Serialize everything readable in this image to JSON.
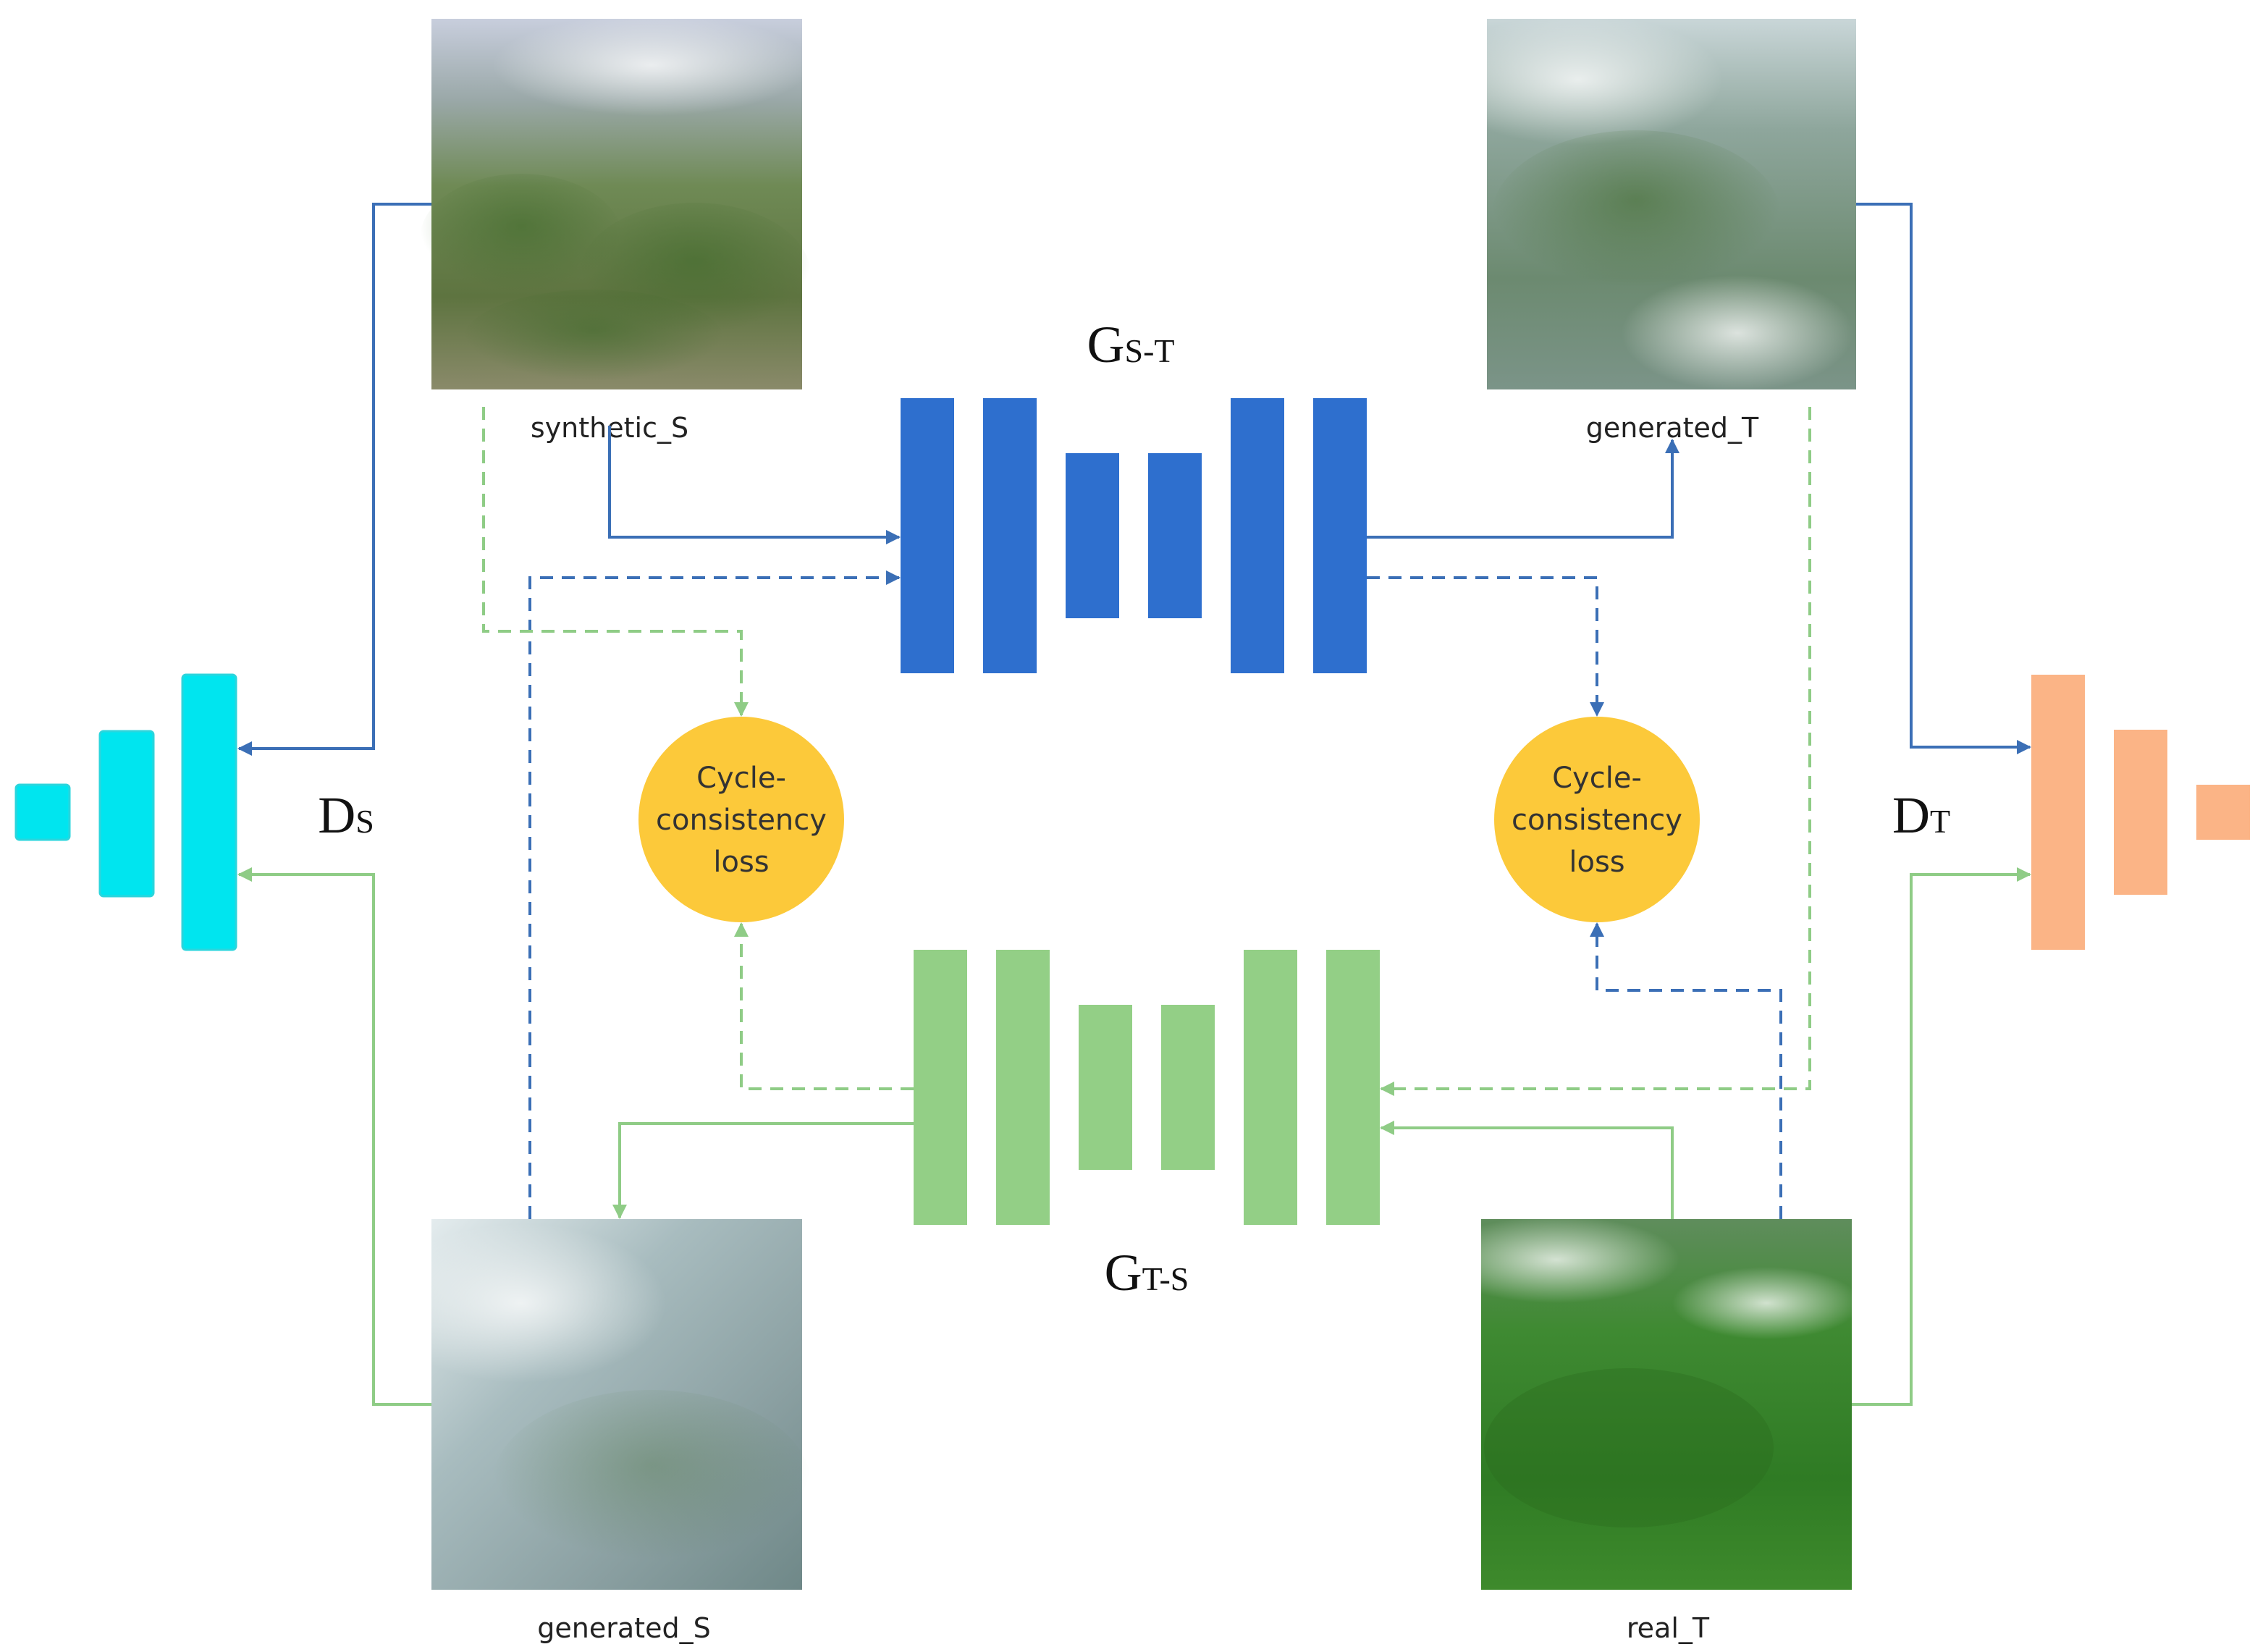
{
  "images": {
    "synthetic_s": {
      "label": "synthetic_S"
    },
    "generated_t": {
      "label": "generated_T"
    },
    "generated_s": {
      "label": "generated_S"
    },
    "real_t": {
      "label": "real_T"
    }
  },
  "generators": {
    "s_to_t": {
      "letter": "G",
      "sub": "S-T"
    },
    "t_to_s": {
      "letter": "G",
      "sub": "T-S"
    }
  },
  "discriminators": {
    "source": {
      "letter": "D",
      "sub": "S"
    },
    "target": {
      "letter": "D",
      "sub": "T"
    }
  },
  "losses": {
    "left": {
      "line1": "Cycle-",
      "line2": "consistency",
      "line3": "loss"
    },
    "right": {
      "line1": "Cycle-",
      "line2": "consistency",
      "line3": "loss"
    }
  },
  "colors": {
    "gen_s_to_t": "#2e6fce",
    "gen_t_to_s": "#93cf86",
    "disc_source": "#00e5ef",
    "disc_target": "#fbb486",
    "loss_circle": "#fcc93a",
    "blue_arrow": "#3b6fb6",
    "green_arrow": "#8fcc86"
  }
}
